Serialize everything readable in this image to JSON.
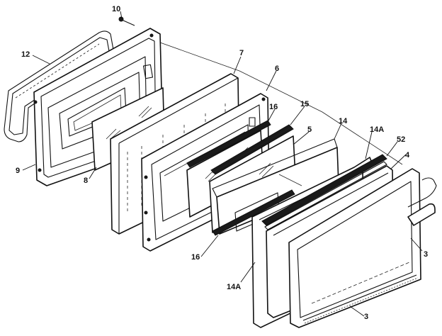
{
  "diagram": {
    "callouts": [
      {
        "id": "c10",
        "text": "10"
      },
      {
        "id": "c12",
        "text": "12"
      },
      {
        "id": "c7",
        "text": "7"
      },
      {
        "id": "c6",
        "text": "6"
      },
      {
        "id": "c16a",
        "text": "16"
      },
      {
        "id": "c15",
        "text": "15"
      },
      {
        "id": "c14",
        "text": "14"
      },
      {
        "id": "c14a",
        "text": "14A"
      },
      {
        "id": "c52",
        "text": "52"
      },
      {
        "id": "c5",
        "text": "5"
      },
      {
        "id": "c4",
        "text": "4"
      },
      {
        "id": "c9",
        "text": "9"
      },
      {
        "id": "c8",
        "text": "8"
      },
      {
        "id": "c16b",
        "text": "16"
      },
      {
        "id": "c14a2",
        "text": "14A"
      },
      {
        "id": "c3a",
        "text": "3"
      },
      {
        "id": "c3b",
        "text": "3"
      }
    ]
  }
}
